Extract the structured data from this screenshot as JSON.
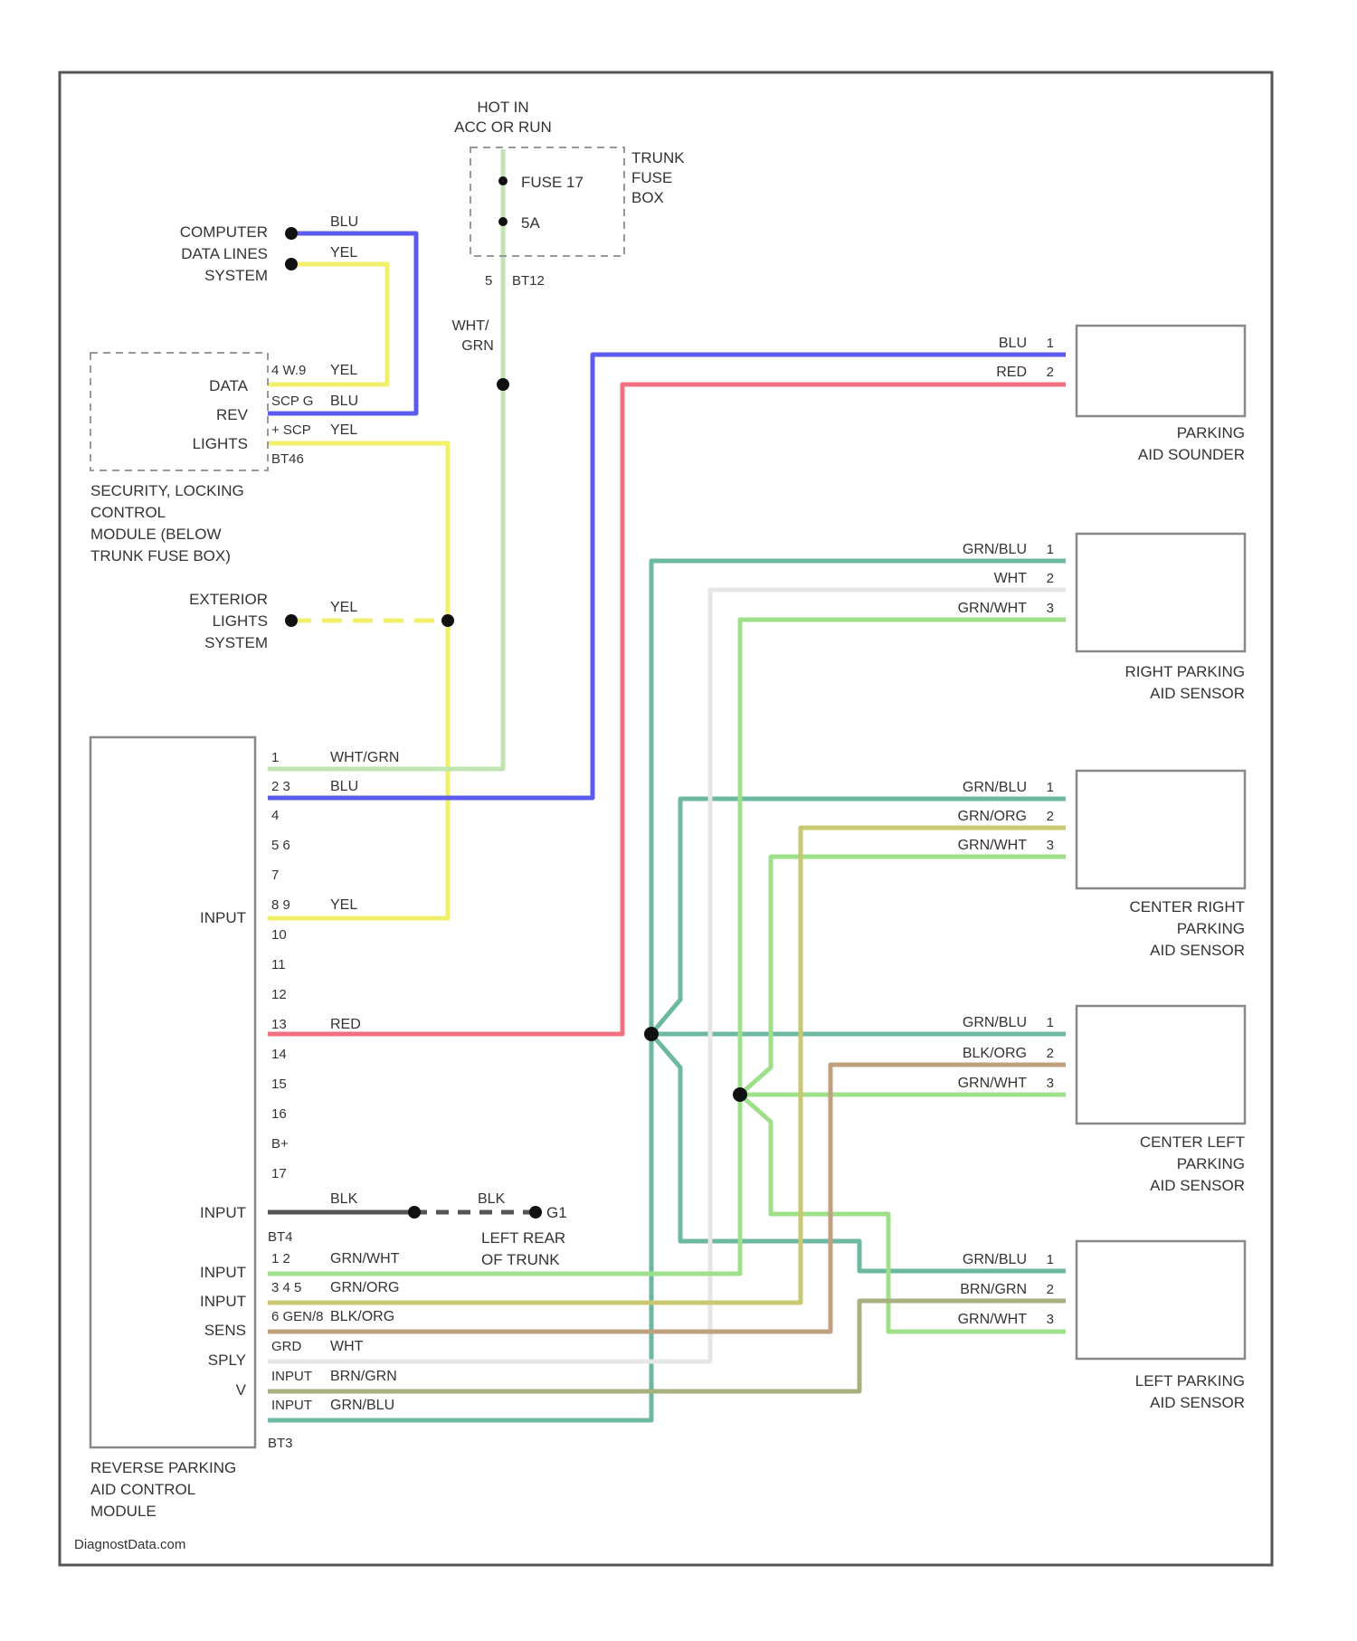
{
  "colors": {
    "blu": "#5b5bf0",
    "yel": "#f2f06a",
    "red": "#f07080",
    "wht_grn": "#bfe6b0",
    "grn_blu": "#6cb8a0",
    "wht": "#e6e6e6",
    "grn_wht": "#9ee08a",
    "grn_org": "#c8c870",
    "blk_org": "#c0a080",
    "brn_grn": "#a8b080",
    "blk": "#555555"
  },
  "header": {
    "hot_line1": "HOT IN",
    "hot_line2": "ACC OR RUN",
    "fuse_label": "FUSE 17",
    "fuse_amp": "5A",
    "fuse_box_l1": "TRUNK",
    "fuse_box_l2": "FUSE",
    "fuse_box_l3": "BOX",
    "conn_pin": "5",
    "conn_id": "BT12",
    "wire_wht_grn_l1": "WHT/",
    "wire_wht_grn_l2": "GRN"
  },
  "computer": {
    "line1": "COMPUTER",
    "line2": "DATA LINES",
    "line3": "SYSTEM",
    "wire_blu": "BLU",
    "wire_yel": "YEL"
  },
  "security": {
    "pin_data": "DATA",
    "pin_rev": "REV",
    "pin_lights": "LIGHTS",
    "term1": "4 W.9",
    "term1_wire": "YEL",
    "term2": "SCP G",
    "term2_wire": "BLU",
    "term3": "+ SCP",
    "term3_wire": "YEL",
    "conn_id": "BT46",
    "name_l1": "SECURITY, LOCKING",
    "name_l2": "CONTROL",
    "name_l3": "MODULE (BELOW",
    "name_l4": "TRUNK FUSE BOX)"
  },
  "exterior": {
    "line1": "EXTERIOR",
    "line2": "LIGHTS",
    "line3": "SYSTEM",
    "wire": "YEL"
  },
  "module": {
    "input_label": "INPUT",
    "pins": [
      "1",
      "2 3",
      "4",
      "5 6",
      "7",
      "8 9",
      "10",
      "11",
      "12",
      "13",
      "14",
      "15",
      "16",
      "B+",
      "17"
    ],
    "pin1_wire": "WHT/GRN",
    "pin23_wire": "BLU",
    "pin89_wire": "YEL",
    "pin13_wire": "RED",
    "gnd_label": "INPUT",
    "gnd_wire": "BLK",
    "gnd_wire2": "BLK",
    "gnd_point": "G1",
    "gnd_loc_l1": "LEFT REAR",
    "gnd_loc_l2": "OF TRUNK",
    "conn_bt4": "BT4",
    "bottom_rows": [
      {
        "side": "INPUT",
        "term": "1 2",
        "wire": "GRN/WHT"
      },
      {
        "side": "INPUT",
        "term": "3 4 5",
        "wire": "GRN/ORG"
      },
      {
        "side": "SENS",
        "term": "6 GEN/8",
        "wire": "BLK/ORG"
      },
      {
        "side": "SPLY",
        "term": "GRD",
        "wire": "WHT"
      },
      {
        "side": "V",
        "term": "INPUT",
        "wire": "BRN/GRN"
      },
      {
        "side": "",
        "term": "INPUT",
        "wire": "GRN/BLU"
      }
    ],
    "conn_bt3": "BT3",
    "name_l1": "REVERSE PARKING",
    "name_l2": "AID CONTROL",
    "name_l3": "MODULE"
  },
  "sounder": {
    "wires": [
      {
        "wire": "BLU",
        "pin": "1"
      },
      {
        "wire": "RED",
        "pin": "2"
      }
    ],
    "name_l1": "PARKING",
    "name_l2": "AID SOUNDER"
  },
  "right_sensor": {
    "wires": [
      {
        "wire": "GRN/BLU",
        "pin": "1"
      },
      {
        "wire": "WHT",
        "pin": "2"
      },
      {
        "wire": "GRN/WHT",
        "pin": "3"
      }
    ],
    "name_l1": "RIGHT PARKING",
    "name_l2": "AID SENSOR"
  },
  "center_right_sensor": {
    "wires": [
      {
        "wire": "GRN/BLU",
        "pin": "1"
      },
      {
        "wire": "GRN/ORG",
        "pin": "2"
      },
      {
        "wire": "GRN/WHT",
        "pin": "3"
      }
    ],
    "name_l1": "CENTER RIGHT",
    "name_l2": "PARKING",
    "name_l3": "AID SENSOR"
  },
  "center_left_sensor": {
    "wires": [
      {
        "wire": "GRN/BLU",
        "pin": "1"
      },
      {
        "wire": "BLK/ORG",
        "pin": "2"
      },
      {
        "wire": "GRN/WHT",
        "pin": "3"
      }
    ],
    "name_l1": "CENTER LEFT",
    "name_l2": "PARKING",
    "name_l3": "AID SENSOR"
  },
  "left_sensor": {
    "wires": [
      {
        "wire": "GRN/BLU",
        "pin": "1"
      },
      {
        "wire": "BRN/GRN",
        "pin": "2"
      },
      {
        "wire": "GRN/WHT",
        "pin": "3"
      }
    ],
    "name_l1": "LEFT PARKING",
    "name_l2": "AID SENSOR"
  },
  "watermark": "DiagnostData.com"
}
